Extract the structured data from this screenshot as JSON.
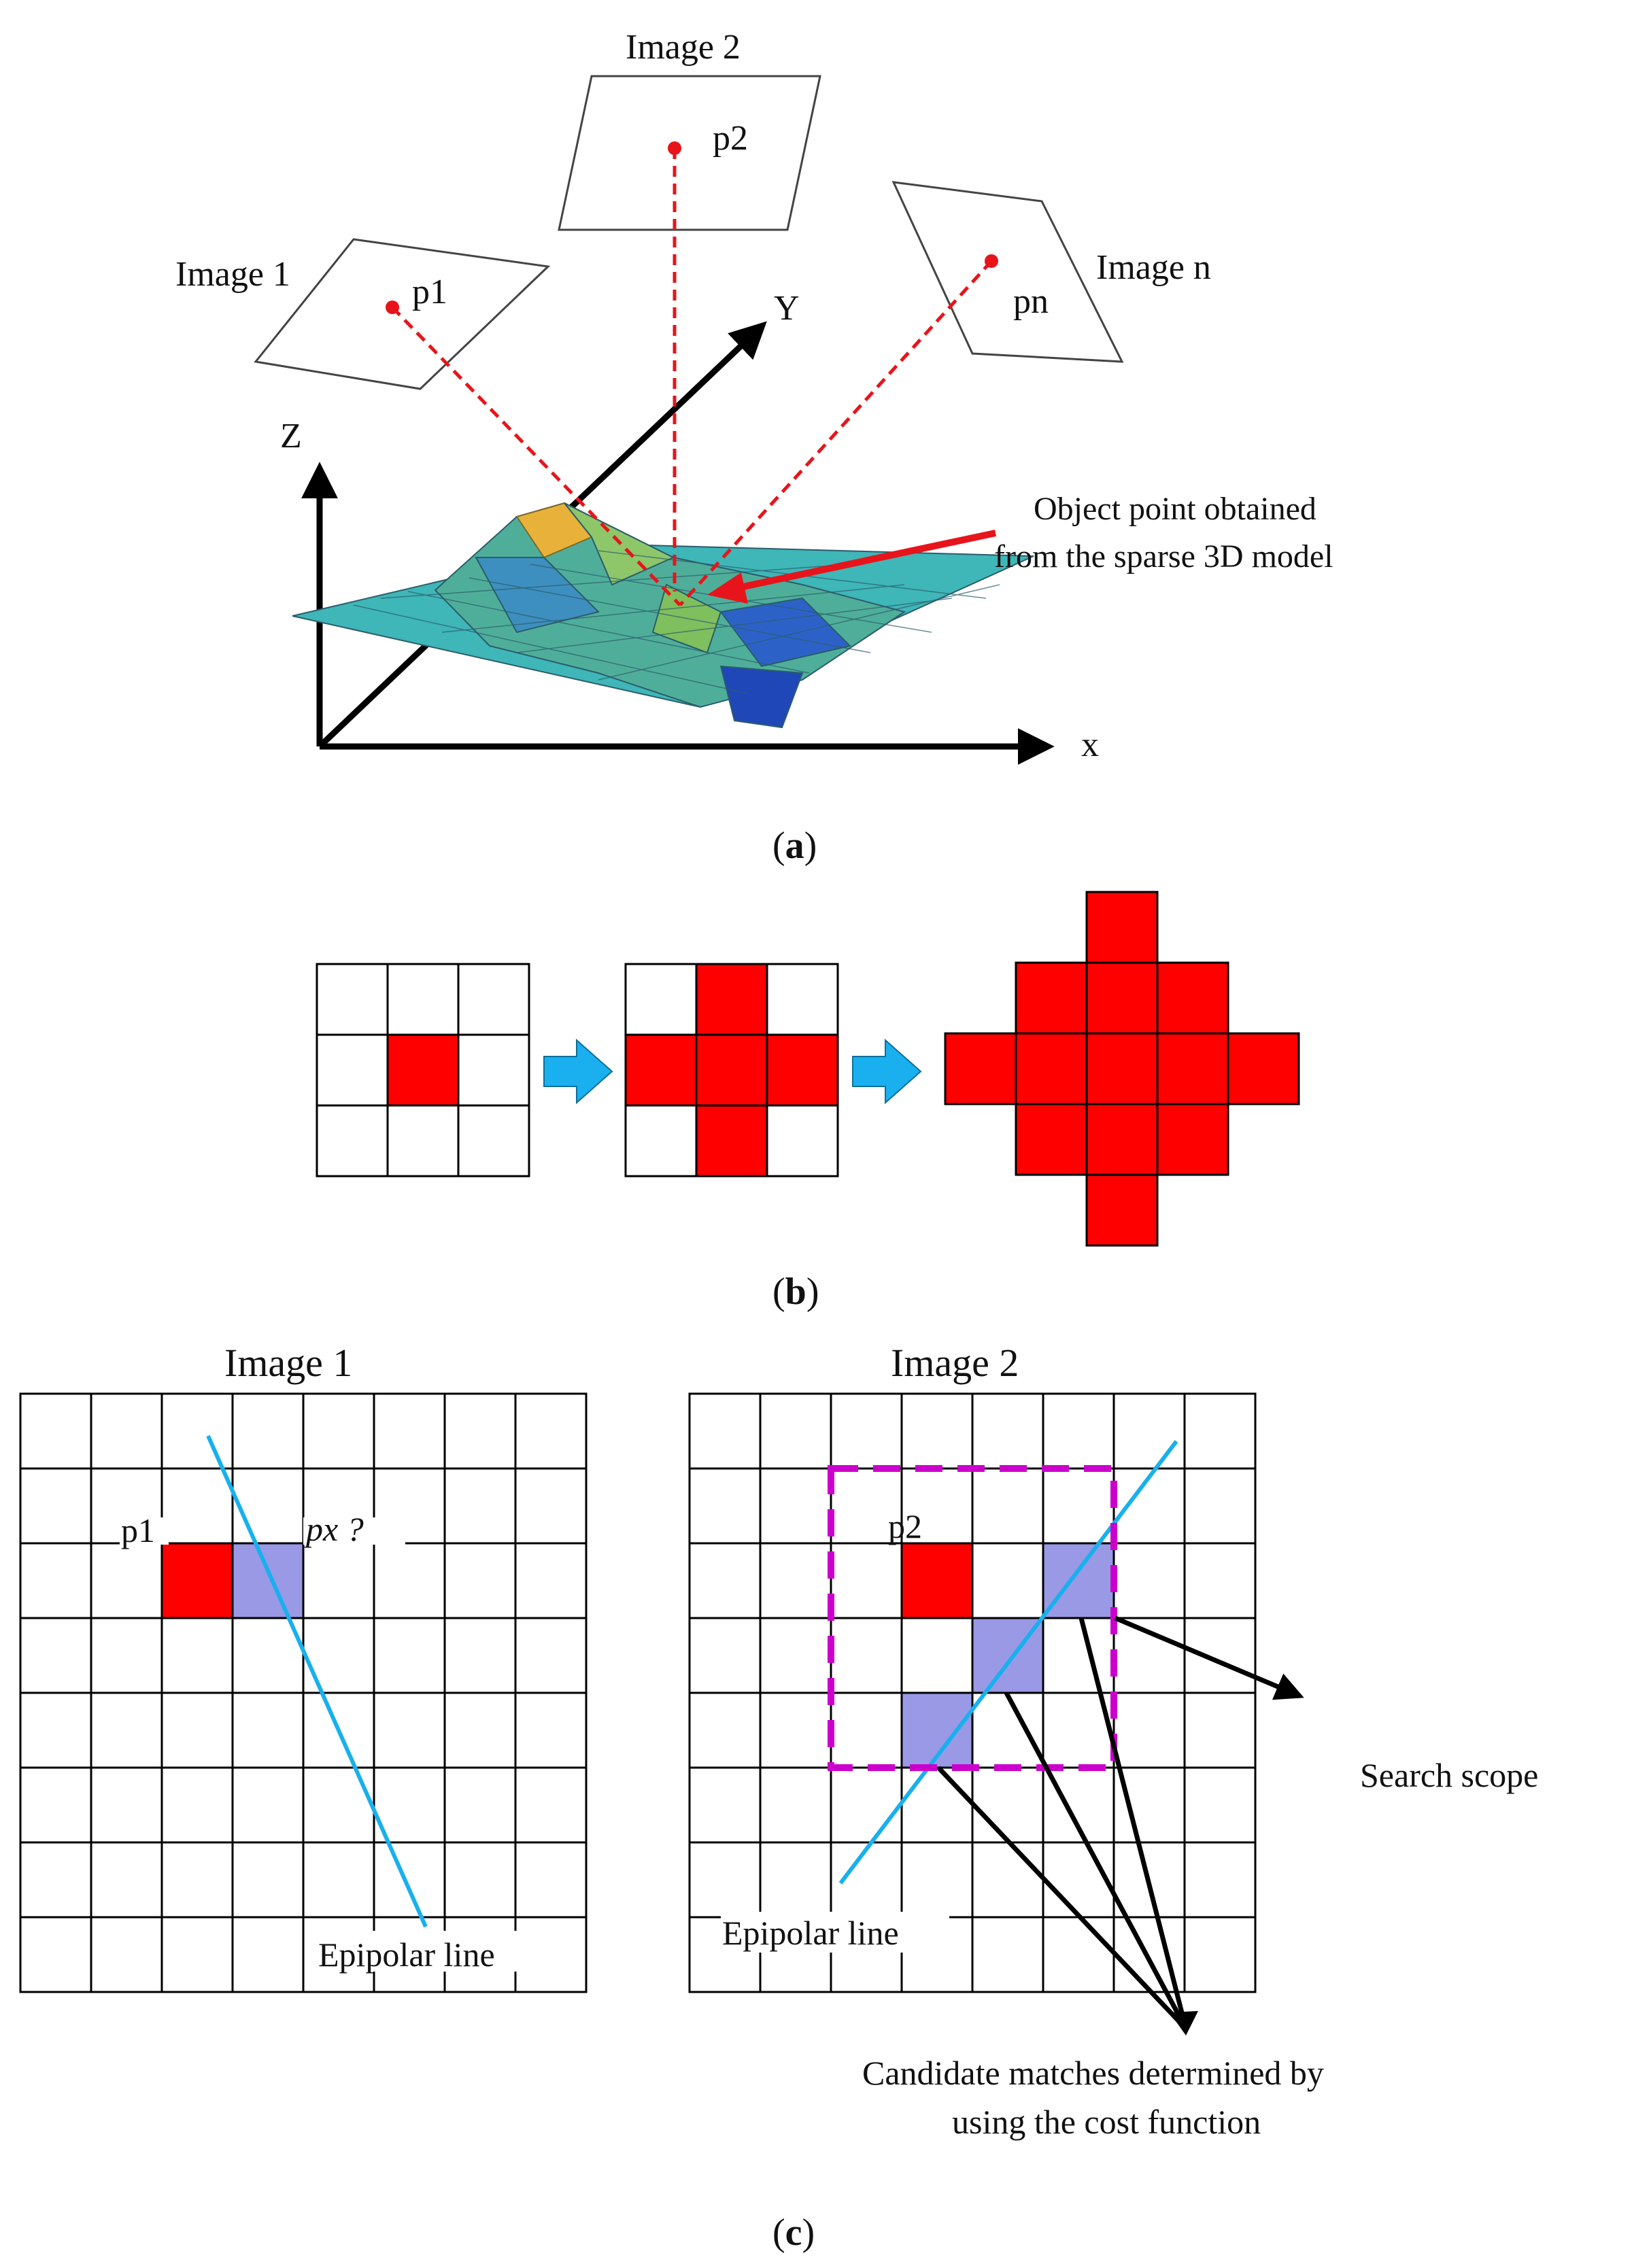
{
  "panel_a": {
    "image1_label": "Image 1",
    "image2_label": "Image 2",
    "imagen_label": "Image n",
    "p1": "p1",
    "p2": "p2",
    "pn": "pn",
    "axis_x": "x",
    "axis_y": "Y",
    "axis_z": "Z",
    "object_point_line1": "Object point obtained",
    "object_point_line2": "from the sparse 3D model",
    "caption": "a",
    "colors": {
      "rays": "#e8141b",
      "marker": "#e8141b"
    }
  },
  "panel_b": {
    "caption": "b",
    "colors": {
      "fill": "#ff0000",
      "arrow": "#1ab0f0"
    }
  },
  "panel_c": {
    "image1_title": "Image 1",
    "image2_title": "Image 2",
    "p1": "p1",
    "px_label": "px ?",
    "p2": "p2",
    "epipolar_left": "Epipolar line",
    "epipolar_right": "Epipolar line",
    "search_scope": "Search scope",
    "candidates_line1": "Candidate matches determined by",
    "candidates_line2": "using the cost function",
    "caption": "c",
    "colors": {
      "red": "#ff0000",
      "candidate": "#9999e6",
      "epipolar": "#18b0ee",
      "scope": "#cc00cc"
    }
  }
}
